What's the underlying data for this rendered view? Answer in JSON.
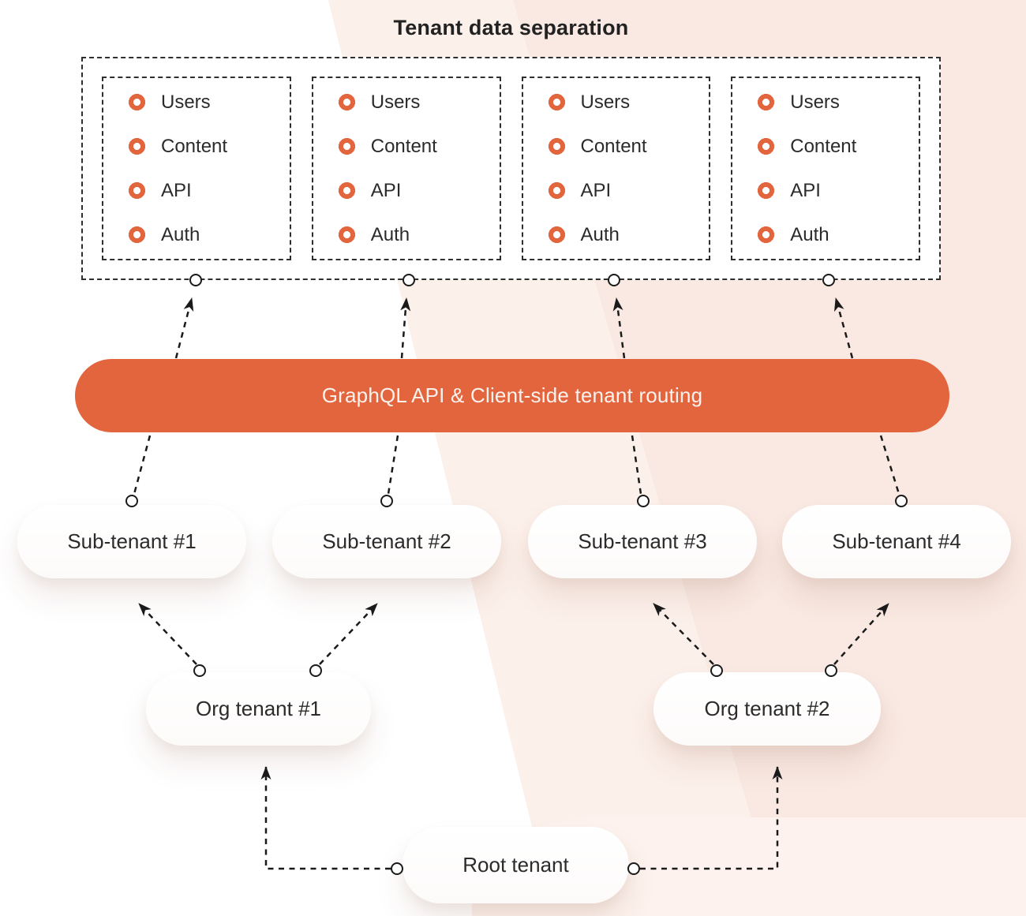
{
  "title": "Tenant data separation",
  "boxes": [
    {
      "items": [
        "Users",
        "Content",
        "API",
        "Auth"
      ]
    },
    {
      "items": [
        "Users",
        "Content",
        "API",
        "Auth"
      ]
    },
    {
      "items": [
        "Users",
        "Content",
        "API",
        "Auth"
      ]
    },
    {
      "items": [
        "Users",
        "Content",
        "API",
        "Auth"
      ]
    }
  ],
  "api_bar": {
    "label": "GraphQL API & Client-side tenant routing"
  },
  "sub_tenants": [
    {
      "label": "Sub-tenant #1"
    },
    {
      "label": "Sub-tenant #2"
    },
    {
      "label": "Sub-tenant #3"
    },
    {
      "label": "Sub-tenant #4"
    }
  ],
  "org_tenants": [
    {
      "label": "Org tenant #1"
    },
    {
      "label": "Org tenant #2"
    }
  ],
  "root_tenant": {
    "label": "Root tenant"
  },
  "icons": {
    "bullet": "donut-bullet-icon"
  },
  "colors": {
    "accent_orange": "#E3653E",
    "connector_black": "#1A1A1A",
    "text_dark": "#2B2B2B",
    "background_pink": "#F9E9E2",
    "node_white": "#FFFFFF"
  }
}
